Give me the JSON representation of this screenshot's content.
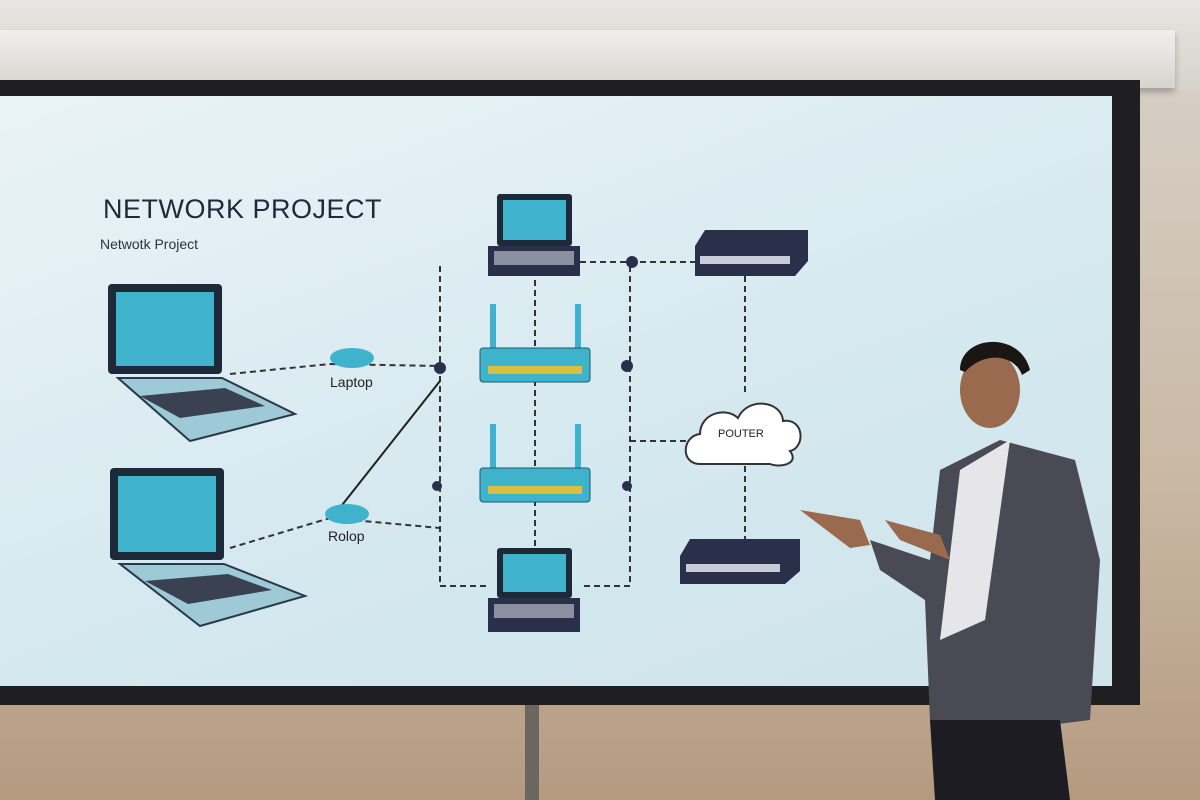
{
  "slide": {
    "title": "NETWORK PROJECT",
    "subtitle": "Netwotk Project",
    "labels": {
      "router_top": "Laptop",
      "router_bottom": "Rolop",
      "cloud": "POUTER"
    }
  },
  "colors": {
    "screen_bg": "#d4e8ef",
    "device_teal": "#3fb2cc",
    "device_navy": "#2a2f4a",
    "frame": "#1f1f22"
  }
}
